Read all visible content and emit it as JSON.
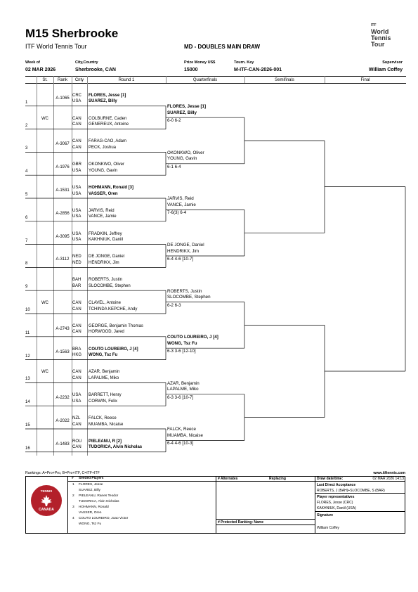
{
  "header": {
    "title": "M15 Sherbrooke",
    "subtitle": "ITF World Tennis Tour",
    "draw_type": "MD - DOUBLES MAIN DRAW",
    "logo": {
      "small": "ITF",
      "line1": "World",
      "line2": "Tennis",
      "line3": "Tour"
    },
    "week_label": "Week of",
    "week_value": "02 MAR 2026",
    "city_label": "City,Country",
    "city_value": "Sherbrooke, CAN",
    "prize_label": "Prize Money US$",
    "prize_value": "15000",
    "key_label": "Tourn. Key",
    "key_value": "M-ITF-CAN-2026-001",
    "supervisor_label": "Supervisor",
    "supervisor_value": "William Coffey"
  },
  "columns": {
    "st": "St.",
    "rank": "Rank",
    "cnty": "Cnty",
    "round1": "Round 1",
    "qf": "Quarterfinals",
    "sf": "Semifinals",
    "final": "Final"
  },
  "entries": [
    {
      "num": "1",
      "st": "",
      "rank": "A-1065",
      "c1": "CRC",
      "c2": "USA",
      "p1": "FLORES, Jesse [1]",
      "p2": "SUAREZ, Billy",
      "bold": true
    },
    {
      "num": "2",
      "st": "WC",
      "rank": "",
      "c1": "CAN",
      "c2": "CAN",
      "p1": "COLBURNE, Caden",
      "p2": "GENEREUX, Antoine",
      "bold": false
    },
    {
      "num": "3",
      "st": "",
      "rank": "A-3067",
      "c1": "CAN",
      "c2": "CAN",
      "p1": "FARAG-CAO, Adam",
      "p2": "PECK, Joshua",
      "bold": false
    },
    {
      "num": "4",
      "st": "",
      "rank": "A-1976",
      "c1": "GBR",
      "c2": "USA",
      "p1": "OKONKWO, Oliver",
      "p2": "YOUNG, Gavin",
      "bold": false
    },
    {
      "num": "5",
      "st": "",
      "rank": "A-1531",
      "c1": "USA",
      "c2": "USA",
      "p1": "HOHMANN, Ronald [3]",
      "p2": "VASSER, Oren",
      "bold": true
    },
    {
      "num": "6",
      "st": "",
      "rank": "A-2856",
      "c1": "USA",
      "c2": "USA",
      "p1": "JARVIS, Reid",
      "p2": "VANCE, Jamie",
      "bold": false
    },
    {
      "num": "7",
      "st": "",
      "rank": "A-3095",
      "c1": "USA",
      "c2": "USA",
      "p1": "FRADKIN, Jeffrey",
      "p2": "KAKHNIUK, Daniil",
      "bold": false
    },
    {
      "num": "8",
      "st": "",
      "rank": "A-3112",
      "c1": "NED",
      "c2": "NED",
      "p1": "DE JONGE, Daniel",
      "p2": "HENDRIKX, Jim",
      "bold": false
    },
    {
      "num": "9",
      "st": "",
      "rank": "",
      "c1": "BAH",
      "c2": "BAR",
      "p1": "ROBERTS, Justin",
      "p2": "SLOCOMBE, Stephen",
      "bold": false
    },
    {
      "num": "10",
      "st": "WC",
      "rank": "",
      "c1": "CAN",
      "c2": "CAN",
      "p1": "CLAVEL, Antoine",
      "p2": "TCHINDA KEPCHE, Andy",
      "bold": false
    },
    {
      "num": "11",
      "st": "",
      "rank": "A-2743",
      "c1": "CAN",
      "c2": "CAN",
      "p1": "GEORGE, Benjamin Thomas",
      "p2": "HORWOOD, Jared",
      "bold": false
    },
    {
      "num": "12",
      "st": "",
      "rank": "A-1563",
      "c1": "BRA",
      "c2": "HKG",
      "p1": "COUTO LOUREIRO, J [4]",
      "p2": "WONG, Tsz Fu",
      "bold": true
    },
    {
      "num": "13",
      "st": "WC",
      "rank": "",
      "c1": "CAN",
      "c2": "CAN",
      "p1": "AZAR, Benjamin",
      "p2": "LAPALME, Miko",
      "bold": false
    },
    {
      "num": "14",
      "st": "",
      "rank": "A-2232",
      "c1": "USA",
      "c2": "USA",
      "p1": "BARRETT, Henry",
      "p2": "CORWIN, Felix",
      "bold": false
    },
    {
      "num": "15",
      "st": "",
      "rank": "A-2022",
      "c1": "NZL",
      "c2": "CAN",
      "p1": "FALCK, Reece",
      "p2": "MUAMBA, Nicaise",
      "bold": false
    },
    {
      "num": "16",
      "st": "",
      "rank": "A-1483",
      "c1": "ROU",
      "c2": "CAN",
      "p1": "PIELEANU, R [2]",
      "p2": "TUDORICA, Alvin Nicholas",
      "bold": true
    }
  ],
  "qf_winners": [
    {
      "p1": "FLORES, Jesse [1]",
      "p2": "SUAREZ, Billy",
      "score": "6-0 6-2",
      "bold": true
    },
    {
      "p1": "OKONKWO, Oliver",
      "p2": "YOUNG, Gavin",
      "score": "6-1 6-4",
      "bold": false
    },
    {
      "p1": "JARVIS, Reid",
      "p2": "VANCE, Jamie",
      "score": "7-6(3) 6-4",
      "bold": false
    },
    {
      "p1": "DE JONGE, Daniel",
      "p2": "HENDRIKX, Jim",
      "score": "6-4 4-6 [10-7]",
      "bold": false
    },
    {
      "p1": "ROBERTS, Justin",
      "p2": "SLOCOMBE, Stephen",
      "score": "6-2 6-3",
      "bold": false
    },
    {
      "p1": "COUTO LOUREIRO, J [4]",
      "p2": "WONG, Tsz Fu",
      "score": "6-3 3-6 [12-10]",
      "bold": true
    },
    {
      "p1": "AZAR, Benjamin",
      "p2": "LAPALME, Miko",
      "score": "6-3 3-6 [10-7]",
      "bold": false
    },
    {
      "p1": "FALCK, Reece",
      "p2": "MUAMBA, Nicaise",
      "score": "6-4 4-6 [10-3]",
      "bold": false
    }
  ],
  "footer": {
    "rankings": "Rankings: A=Pro+Pro, B=Pro+ITF, C=ITF+ITF",
    "website": "www.itftennis.com",
    "seed_head_num": "#",
    "seed_head": "Seeded Players",
    "seeds": [
      {
        "n": "1",
        "a": "FLORES, Jesse",
        "b": "SUAREZ, Billy"
      },
      {
        "n": "2",
        "a": "PIELEANU, Ranes Teodor",
        "b": "TUDORICA, Alvin Nicholas"
      },
      {
        "n": "3",
        "a": "HOHMANN, Ronald",
        "b": "VASSER, Oren"
      },
      {
        "n": "4",
        "a": "COUTO LOUREIRO, Joao Victor",
        "b": "WONG, Tsz Fu"
      }
    ],
    "alternates": "# Alternates",
    "replacing": "Replacing",
    "protected": "# Protected Ranking: Name",
    "draw_date_label": "Draw date/time:",
    "draw_date_value": "02 MAR 2026 14:13",
    "lda_label": "Last Direct Acceptance",
    "lda_value": "ROBERTS, J (BAH)+SLOCOMBE, S (BAR)",
    "rep_label": "Player representatives",
    "rep1": "FLORES, Jesse (CRC)",
    "rep2": "KAKHNIUK, Daniil (USA)",
    "signature_label": "Signature",
    "signature_value": "William Coffey",
    "badge_top": "TENNIS",
    "badge_bottom": "CANADA"
  }
}
